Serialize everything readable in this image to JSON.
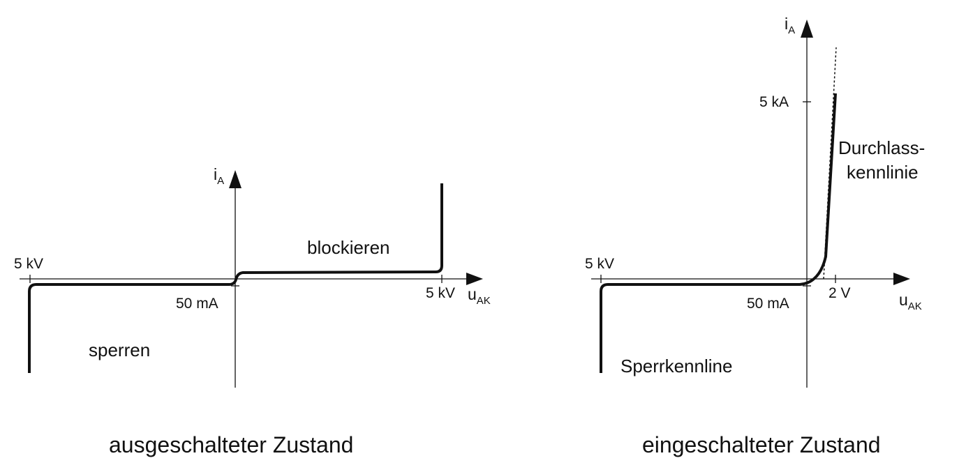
{
  "left_diagram": {
    "y_axis_label": {
      "base": "i",
      "sub": "A"
    },
    "x_axis_label": {
      "base": "u",
      "sub": "AK"
    },
    "neg_voltage_tick": "5 kV",
    "pos_voltage_tick": "5 kV",
    "current_tick": "50 mA",
    "region_blocking": "blockieren",
    "region_reverse": "sperren",
    "caption": "ausgeschalteter Zustand"
  },
  "right_diagram": {
    "y_axis_label": {
      "base": "i",
      "sub": "A"
    },
    "x_axis_label": {
      "base": "u",
      "sub": "AK"
    },
    "neg_voltage_tick": "5 kV",
    "forward_voltage_tick": "2 V",
    "current_tick_low": "50 mA",
    "current_tick_high": "5 kA",
    "forward_curve_label_line1": "Durchlass-",
    "forward_curve_label_line2": "kennlinie",
    "reverse_curve_label": "Sperrkennline",
    "caption": "eingeschalteter Zustand"
  }
}
